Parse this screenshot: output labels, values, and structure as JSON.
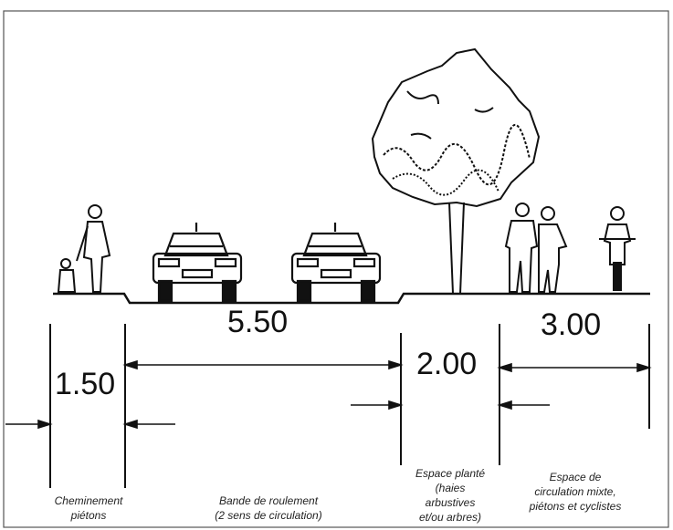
{
  "dimensions": {
    "sidewalk": "1.50",
    "roadway": "5.50",
    "planted": "2.00",
    "mixed": "3.00"
  },
  "captions": {
    "sidewalk": [
      "Cheminement",
      "piétons"
    ],
    "roadway": [
      "Bande de roulement",
      "(2 sens de circulation)"
    ],
    "planted": [
      "Espace planté",
      "(haies",
      "arbustives",
      "et/ou arbres)"
    ],
    "mixed": [
      "Espace de",
      "circulation mixte,",
      "piétons et cyclistes"
    ]
  },
  "colors": {
    "ink": "#111111",
    "paper": "#ffffff"
  }
}
